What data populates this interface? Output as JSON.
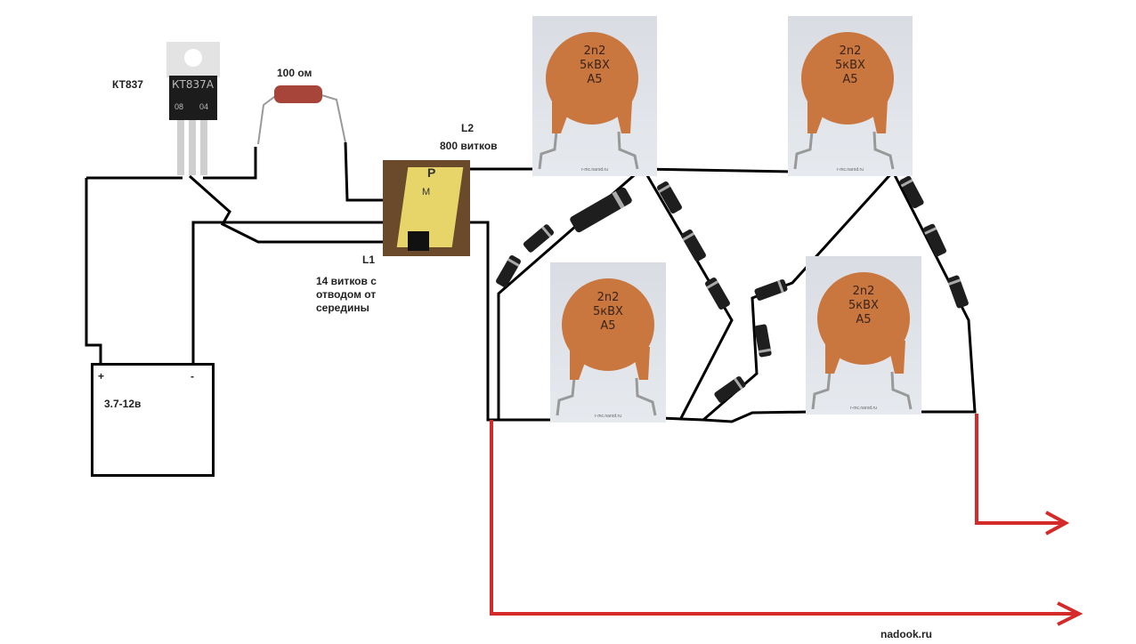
{
  "transistor": {
    "label": "КТ837",
    "marking": "КТ837А",
    "date_left": "08",
    "date_right": "04"
  },
  "resistor": {
    "label": "100 ом"
  },
  "transformer": {
    "secondary_name": "L2",
    "secondary_turns": "800 витков",
    "primary_name": "L1",
    "primary_desc_1": "14 витков с",
    "primary_desc_2": "отводом от",
    "primary_desc_3": "середины",
    "marking_1": "P",
    "marking_2": "M"
  },
  "battery": {
    "plus": "+",
    "minus": "-",
    "voltage": "3.7-12в"
  },
  "capacitors": [
    {
      "line1": "2n2",
      "line2": "5кВХ",
      "line3": "А5",
      "watermark": "r-mc.narod.ru"
    },
    {
      "line1": "2n2",
      "line2": "5кВХ",
      "line3": "А5",
      "watermark": "r-mc.narod.ru"
    },
    {
      "line1": "2n2",
      "line2": "5кВХ",
      "line3": "А5",
      "watermark": "r-mc.narod.ru"
    },
    {
      "line1": "2n2",
      "line2": "5кВХ",
      "line3": "А5",
      "watermark": "r-mc.narod.ru"
    }
  ],
  "footer": {
    "site": "nadook.ru"
  },
  "colors": {
    "wire": "#000000",
    "output": "#d42a2a",
    "capacitor": "#c9763f",
    "resistor": "#a8453a",
    "transformer": "#e8d56a"
  }
}
